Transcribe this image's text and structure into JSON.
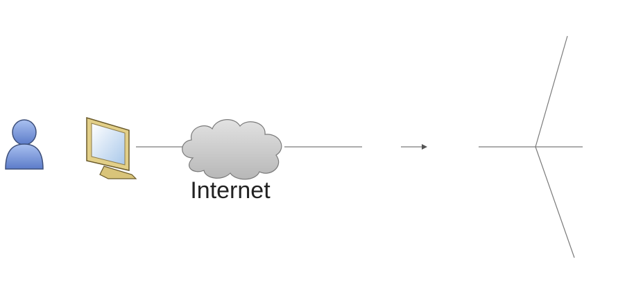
{
  "diagram": {
    "internet_label": "Internet",
    "nodes": [
      {
        "id": "user",
        "icon": "user-icon"
      },
      {
        "id": "client-monitor",
        "icon": "monitor-icon"
      },
      {
        "id": "internet-cloud",
        "icon": "cloud-icon"
      },
      {
        "id": "firewall",
        "icon": "firewall-icon"
      },
      {
        "id": "server",
        "icon": "server-icon"
      },
      {
        "id": "laptop",
        "icon": "laptop-icon"
      },
      {
        "id": "desktop",
        "icon": "desktop-computer-icon"
      },
      {
        "id": "printer",
        "icon": "printer-icon"
      }
    ],
    "edges": [
      {
        "from": "client-monitor",
        "to": "internet-cloud"
      },
      {
        "from": "internet-cloud",
        "to": "firewall"
      },
      {
        "from": "firewall",
        "to": "server",
        "arrow": true
      },
      {
        "from": "server",
        "to": "laptop"
      },
      {
        "from": "server",
        "to": "desktop"
      },
      {
        "from": "server",
        "to": "printer"
      }
    ],
    "colors": {
      "line": "#7a7a7a",
      "user": "#6f8fd8",
      "monitor": "#e8d79a",
      "cloud": "#c9c9c9",
      "firewall": "#f08a3c",
      "server": "#4fa9c9",
      "device": "#e6d59a"
    }
  }
}
